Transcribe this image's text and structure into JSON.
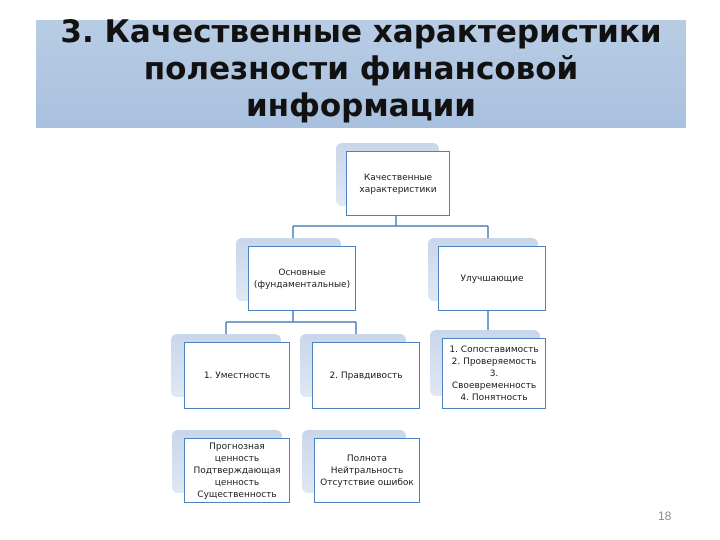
{
  "title": "3. Качественные характеристики полезности финансовой информации",
  "nodes": {
    "root": "Качественные характеристики",
    "basic": "Основные (фундаментальные)",
    "enhancing": "Улучшающие",
    "relevance": "1. Уместность",
    "faithful": "2. Правдивость",
    "enhancing_list": [
      "1. Сопоставимость",
      "2. Проверяемость",
      "3. Своевременность",
      "4. Понятность"
    ],
    "relevance_list": [
      "Прогнозная ценность",
      "Подтверждающая ценность",
      "Существенность"
    ],
    "faithful_list": [
      "Полнота",
      "Нейтральность",
      "Отсутствие ошибок"
    ]
  },
  "slide_number": "18",
  "colors": {
    "title_band": "#b8cce4",
    "node_border": "#4f81bd",
    "connector": "#4f81bd",
    "shadow_block": "#c9d6ea"
  }
}
